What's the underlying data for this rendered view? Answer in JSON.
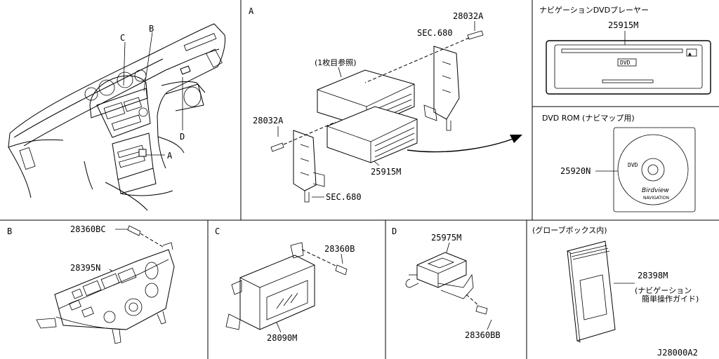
{
  "sections": {
    "A": "A",
    "B": "B",
    "C": "C",
    "D": "D"
  },
  "dash": {
    "callout_C": "C",
    "callout_B": "B",
    "callout_D": "D",
    "callout_A": "A"
  },
  "section_a": {
    "ref_note": "(1枚目参照)",
    "bolt_top": "28032A",
    "bolt_left": "28032A",
    "sec_top": "SEC.680",
    "sec_bottom": "SEC.680",
    "unit": "25915M"
  },
  "dvd_player": {
    "title": "ナビゲーションDVDプレーヤー",
    "part": "25915M",
    "logo": "DVD",
    "eject": "▲"
  },
  "dvd_rom": {
    "title": "DVD ROM (ナビマップ用)",
    "part": "25920N",
    "disc_text1": "DVD",
    "disc_text2": "Birdview",
    "disc_text3": "NAVIGATION"
  },
  "section_b": {
    "screw": "28360BC",
    "panel": "28395N"
  },
  "section_c": {
    "screw": "28360B",
    "unit": "28090M"
  },
  "section_d": {
    "unit": "25975M",
    "screw": "28360BB"
  },
  "glovebox": {
    "title": "(グローブボックス内)",
    "part": "28398M",
    "desc1": "(ナビゲーション",
    "desc2": "簡単操作ガイド)"
  },
  "drawing_code": "J28000A2"
}
